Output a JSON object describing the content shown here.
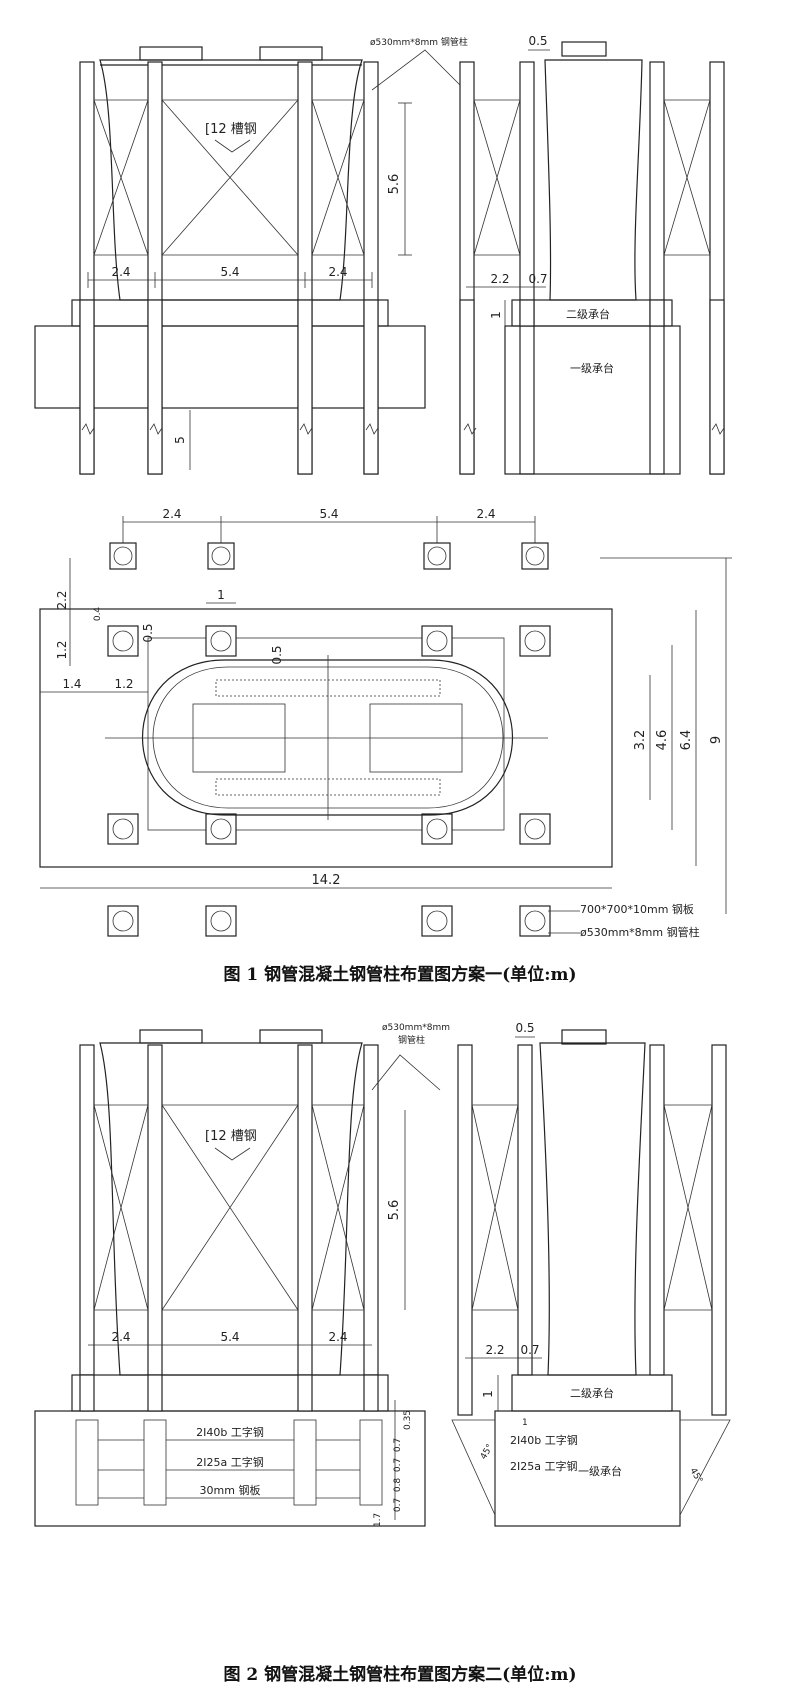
{
  "fig1": {
    "caption": "图 1  钢管混凝土钢管柱布置图方案一(单位:m)",
    "elevation_front": {
      "channel_label": "[12 槽钢",
      "dim_height": "5.6",
      "dim_left": "2.4",
      "dim_mid": "5.4",
      "dim_right": "2.4",
      "dim_pile": "5",
      "pipe_label": "ø530mm*8mm 钢管柱"
    },
    "elevation_side": {
      "dim_top": "0.5",
      "dim_a": "2.2",
      "dim_b": "0.7",
      "dim_c": "1",
      "cap2": "二级承台",
      "cap1": "一级承台"
    },
    "plan": {
      "top_a": "2.4",
      "top_b": "5.4",
      "top_c": "2.4",
      "l1": "2.2",
      "l2": "0.4",
      "l3": "1.2",
      "l4": "0.5",
      "l5": "1.4",
      "l6": "1.2",
      "l7": "1",
      "l8": "0.5",
      "r1": "3.2",
      "r2": "4.6",
      "r3": "6.4",
      "r4": "9",
      "bottom": "14.2",
      "plate_label": "700*700*10mm 钢板",
      "pipe_label": "ø530mm*8mm 钢管柱"
    }
  },
  "fig2": {
    "caption": "图 2  钢管混凝土钢管柱布置图方案二(单位:m)",
    "elevation_front": {
      "pipe_label_a": "ø530mm*8mm",
      "pipe_label_b": "钢管柱",
      "channel_label": "[12 槽钢",
      "dim_height": "5.6",
      "dim_left": "2.4",
      "dim_mid": "5.4",
      "dim_right": "2.4",
      "beam1": "2I40b 工字钢",
      "beam2": "2I25a 工字钢",
      "plate": "30mm 钢板",
      "d1": "0.35",
      "d2": "0.7",
      "d3": "0.7",
      "d4": "0.8",
      "d5": "0.7",
      "d6": "1.7"
    },
    "elevation_side": {
      "dim_top": "0.5",
      "dim_a": "2.2",
      "dim_b": "0.7",
      "dim_c": "1",
      "cap2": "二级承台",
      "cap1": "一级承台",
      "beam1": "2I40b 工字钢",
      "beam2": "2I25a 工字钢",
      "dim_small": "1",
      "ang1": "45°",
      "ang2": "45°"
    }
  }
}
